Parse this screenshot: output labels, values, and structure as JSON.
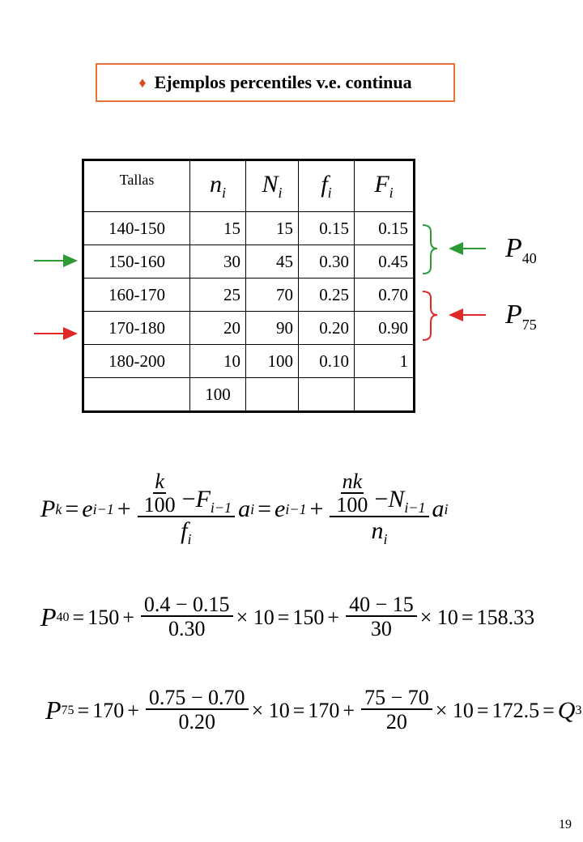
{
  "title": {
    "bullet": "♦",
    "text": "Ejemplos percentiles v.e. continua"
  },
  "table": {
    "header_first": "Tallas",
    "header_syms": [
      {
        "sym": "n",
        "sub": "i"
      },
      {
        "sym": "N",
        "sub": "i"
      },
      {
        "sym": "f",
        "sub": "i"
      },
      {
        "sym": "F",
        "sub": "i"
      }
    ],
    "rows": [
      [
        "140-150",
        "15",
        "15",
        "0.15",
        "0.15"
      ],
      [
        "150-160",
        "30",
        "45",
        "0.30",
        "0.45"
      ],
      [
        "160-170",
        "25",
        "70",
        "0.25",
        "0.70"
      ],
      [
        "170-180",
        "20",
        "90",
        "0.20",
        "0.90"
      ],
      [
        "180-200",
        "10",
        "100",
        "0.10",
        "1"
      ]
    ],
    "total": "100"
  },
  "annotations": {
    "p40": {
      "sym": "P",
      "sub": "40",
      "color": "#2e9a36"
    },
    "p75": {
      "sym": "P",
      "sub": "75",
      "color": "#e02a2a"
    }
  },
  "formula_general": {
    "lhs_sym": "P",
    "lhs_sub": "k",
    "e": "e",
    "e_sub": "i−1",
    "k": "k",
    "hundred": "100",
    "F": "F",
    "F_sub": "i−1",
    "f": "f",
    "f_sub": "i",
    "a": "a",
    "a_sub": "i",
    "nk": "nk",
    "N": "N",
    "N_sub": "i−1",
    "n": "n",
    "n_sub": "i"
  },
  "formula_p40": {
    "lhs_sym": "P",
    "lhs_sub": "40",
    "base": "150",
    "num1": "0.4 − 0.15",
    "den1": "0.30",
    "times": "× 10",
    "num2": "40 − 15",
    "den2": "30",
    "result": "158.33"
  },
  "formula_p75": {
    "lhs_sym": "P",
    "lhs_sub": "75",
    "base": "170",
    "num1": "0.75 − 0.70",
    "den1": "0.20",
    "times": "× 10",
    "num2": "75 − 70",
    "den2": "20",
    "result": "172.5",
    "q_sym": "Q",
    "q_sub": "3"
  },
  "page_number": "19"
}
